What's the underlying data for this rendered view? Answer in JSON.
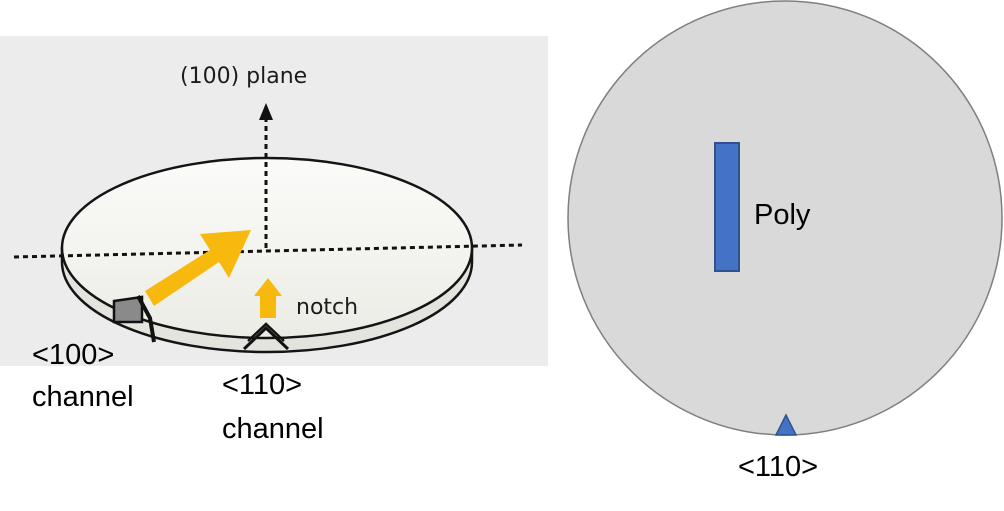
{
  "left_panel": {
    "plane_label": "(100) plane",
    "notch_label": "notch",
    "channel_100": {
      "line1": "<100>",
      "line2": "channel"
    },
    "channel_110": {
      "line1": "<110>",
      "line2": "channel"
    }
  },
  "right_panel": {
    "poly_label": "Poly",
    "notch_direction_label": "<110>"
  },
  "colors": {
    "photo_background": "#ececec",
    "wafer_top": "#f3f3f0",
    "arrow": "#f8b90f",
    "wafer_right": "#d9d9d9",
    "poly_fill": "#4472c4",
    "poly_stroke": "#2f528f"
  }
}
